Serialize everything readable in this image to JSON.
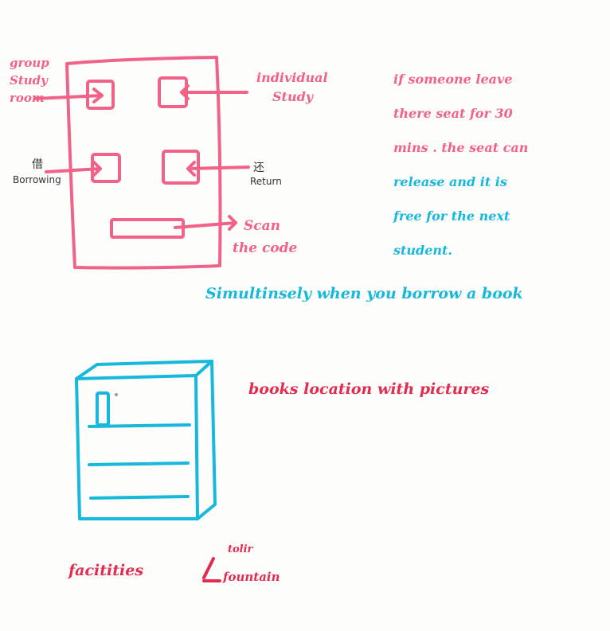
{
  "kiosk_sketch": {
    "labels": {
      "group_study": [
        "group",
        "Study",
        "room"
      ],
      "individual_study": [
        "individual",
        "Study"
      ],
      "borrowing_scribble": "借",
      "borrowing": "Borrowing",
      "return_scribble": "还",
      "return": "Return",
      "scan_code": [
        "Scan",
        "the code"
      ]
    }
  },
  "notes": {
    "seat_release": [
      "if someone leave",
      "there seat for 30",
      "mins . the seat can",
      "release and it is",
      "free for the next",
      "student."
    ],
    "simultaneously": "Simultinsely when you borrow a book"
  },
  "shelf_sketch": {
    "caption": "books location with pictures"
  },
  "facilities": {
    "label": "facitities",
    "items": [
      "tolir",
      "fountain"
    ]
  },
  "colors": {
    "pink": "#f06287",
    "red": "#e32b4f",
    "cyan": "#16b8dc",
    "ink": "#333333"
  }
}
